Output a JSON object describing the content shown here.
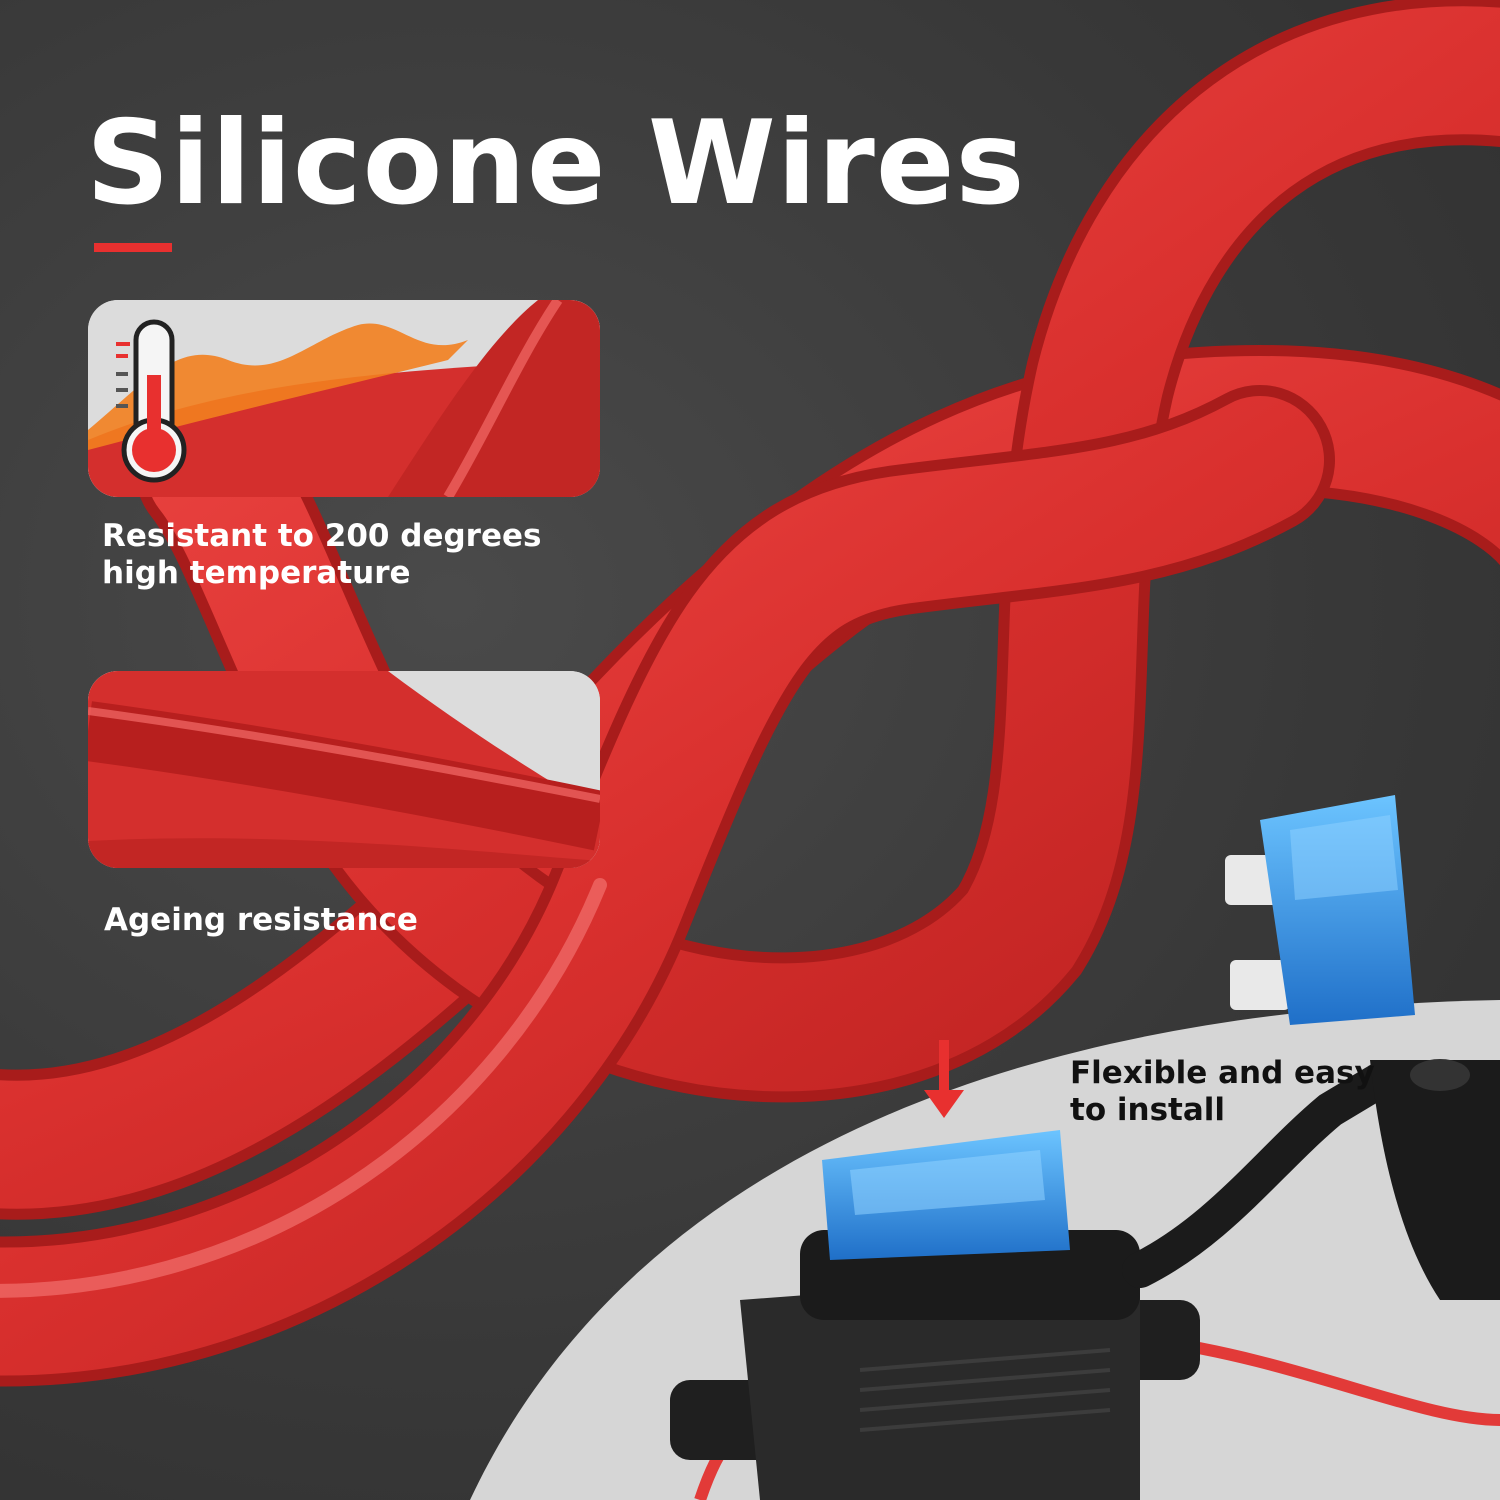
{
  "title": "Silicone Wires",
  "features": {
    "heat": "Resistant to 200 degrees\nhigh temperature",
    "ageing": "Ageing resistance",
    "install": "Flexible and easy\nto install"
  },
  "colors": {
    "wire_red": "#e23a38",
    "fuse_blue": "#2f8fe0",
    "accent_red": "#e8302f",
    "background": "#3d3d3d"
  },
  "icons": {
    "thermometer": "thermometer-icon",
    "arrow": "arrow-down-icon"
  }
}
